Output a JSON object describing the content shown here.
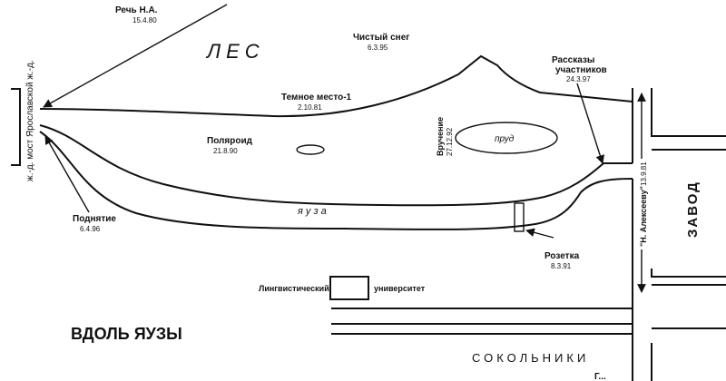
{
  "title": "ВДОЛЬ ЯУЗЫ",
  "areas": {
    "forest": "ЛЕС",
    "river": "я у з а",
    "pond": "пруд",
    "factory": "ЗАВОД",
    "district": "СОКОЛЬНИКИ",
    "bridge": "ж.-д. мост Ярославской ж.-д.",
    "street": "\"Н. Алексееву\"",
    "street_date": "13.9.81",
    "university_left": "Лингвистический",
    "university_right": "университет",
    "bottom_fragment": "Г..."
  },
  "events": [
    {
      "name": "Речь Н.А.",
      "date": "15.4.80"
    },
    {
      "name": "Чистый снег",
      "date": "6.3.95"
    },
    {
      "name": "Рассказы участников",
      "name_line1": "Рассказы",
      "name_line2": "участников",
      "date": "24.3.97"
    },
    {
      "name": "Темное место-1",
      "date": "2.10.81"
    },
    {
      "name": "Поляроид",
      "date": "21.8.90"
    },
    {
      "name": "Вручение",
      "date": "27.12.92"
    },
    {
      "name": "Поднятие",
      "date": "6.4.96"
    },
    {
      "name": "Розетка",
      "date": "8.3.91"
    }
  ],
  "colors": {
    "ink": "#111111",
    "paper": "#ffffff"
  }
}
